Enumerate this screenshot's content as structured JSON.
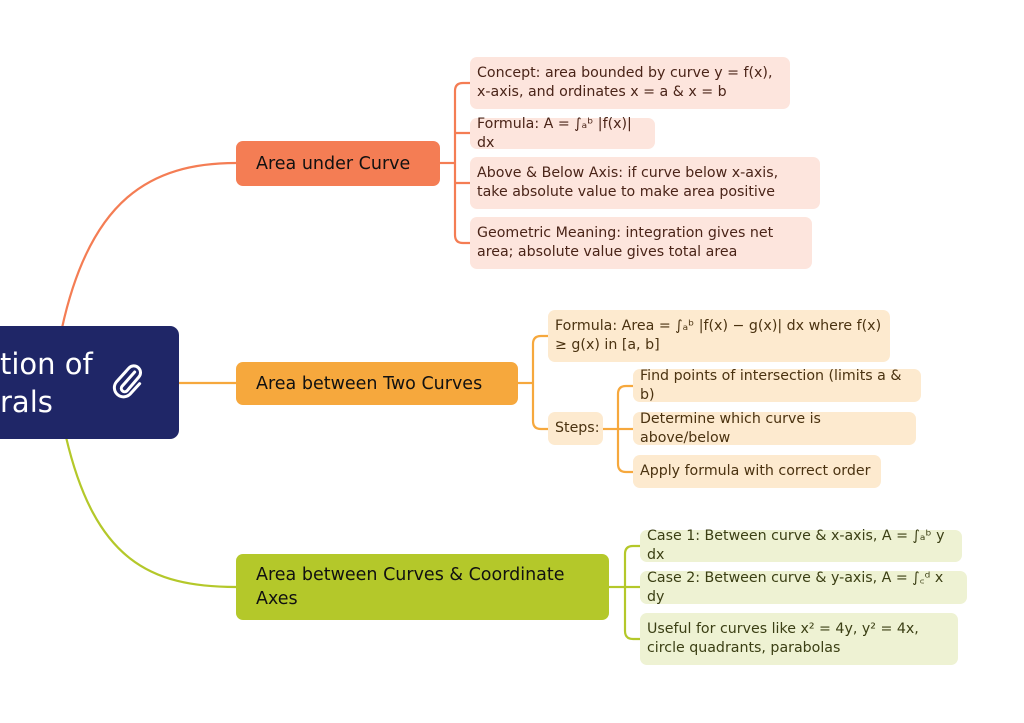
{
  "colors": {
    "root": "#1f2667",
    "branch1": "#f47d54",
    "branch2": "#f6a83d",
    "branch3": "#b4c82a"
  },
  "root": {
    "line1": "tion of",
    "line2": "rals",
    "icon": "paperclip-icon"
  },
  "branches": [
    {
      "label": "Area under Curve",
      "children": [
        {
          "label": "Concept: area bounded by curve y = f(x), x-axis, and ordinates x = a & x = b"
        },
        {
          "label": "Formula: A = ∫ₐᵇ |f(x)| dx"
        },
        {
          "label": "Above & Below Axis: if curve below x-axis, take absolute value to make area positive"
        },
        {
          "label": "Geometric Meaning: integration gives net area; absolute value gives total area"
        }
      ]
    },
    {
      "label": "Area between Two Curves",
      "children": [
        {
          "label": "Formula: Area = ∫ₐᵇ |f(x) − g(x)| dx where f(x) ≥ g(x) in [a, b]"
        },
        {
          "label": "Steps:",
          "children": [
            {
              "label": "Find points of intersection (limits a & b)"
            },
            {
              "label": "Determine which curve is above/below"
            },
            {
              "label": "Apply formula with correct order"
            }
          ]
        }
      ]
    },
    {
      "label": "Area between Curves & Coordinate Axes",
      "children": [
        {
          "label": "Case 1: Between curve & x-axis, A = ∫ₐᵇ y dx"
        },
        {
          "label": "Case 2: Between curve & y-axis, A = ∫꜀ᵈ x dy"
        },
        {
          "label": "Useful for curves like x² = 4y, y² = 4x, circle quadrants, parabolas"
        }
      ]
    }
  ]
}
